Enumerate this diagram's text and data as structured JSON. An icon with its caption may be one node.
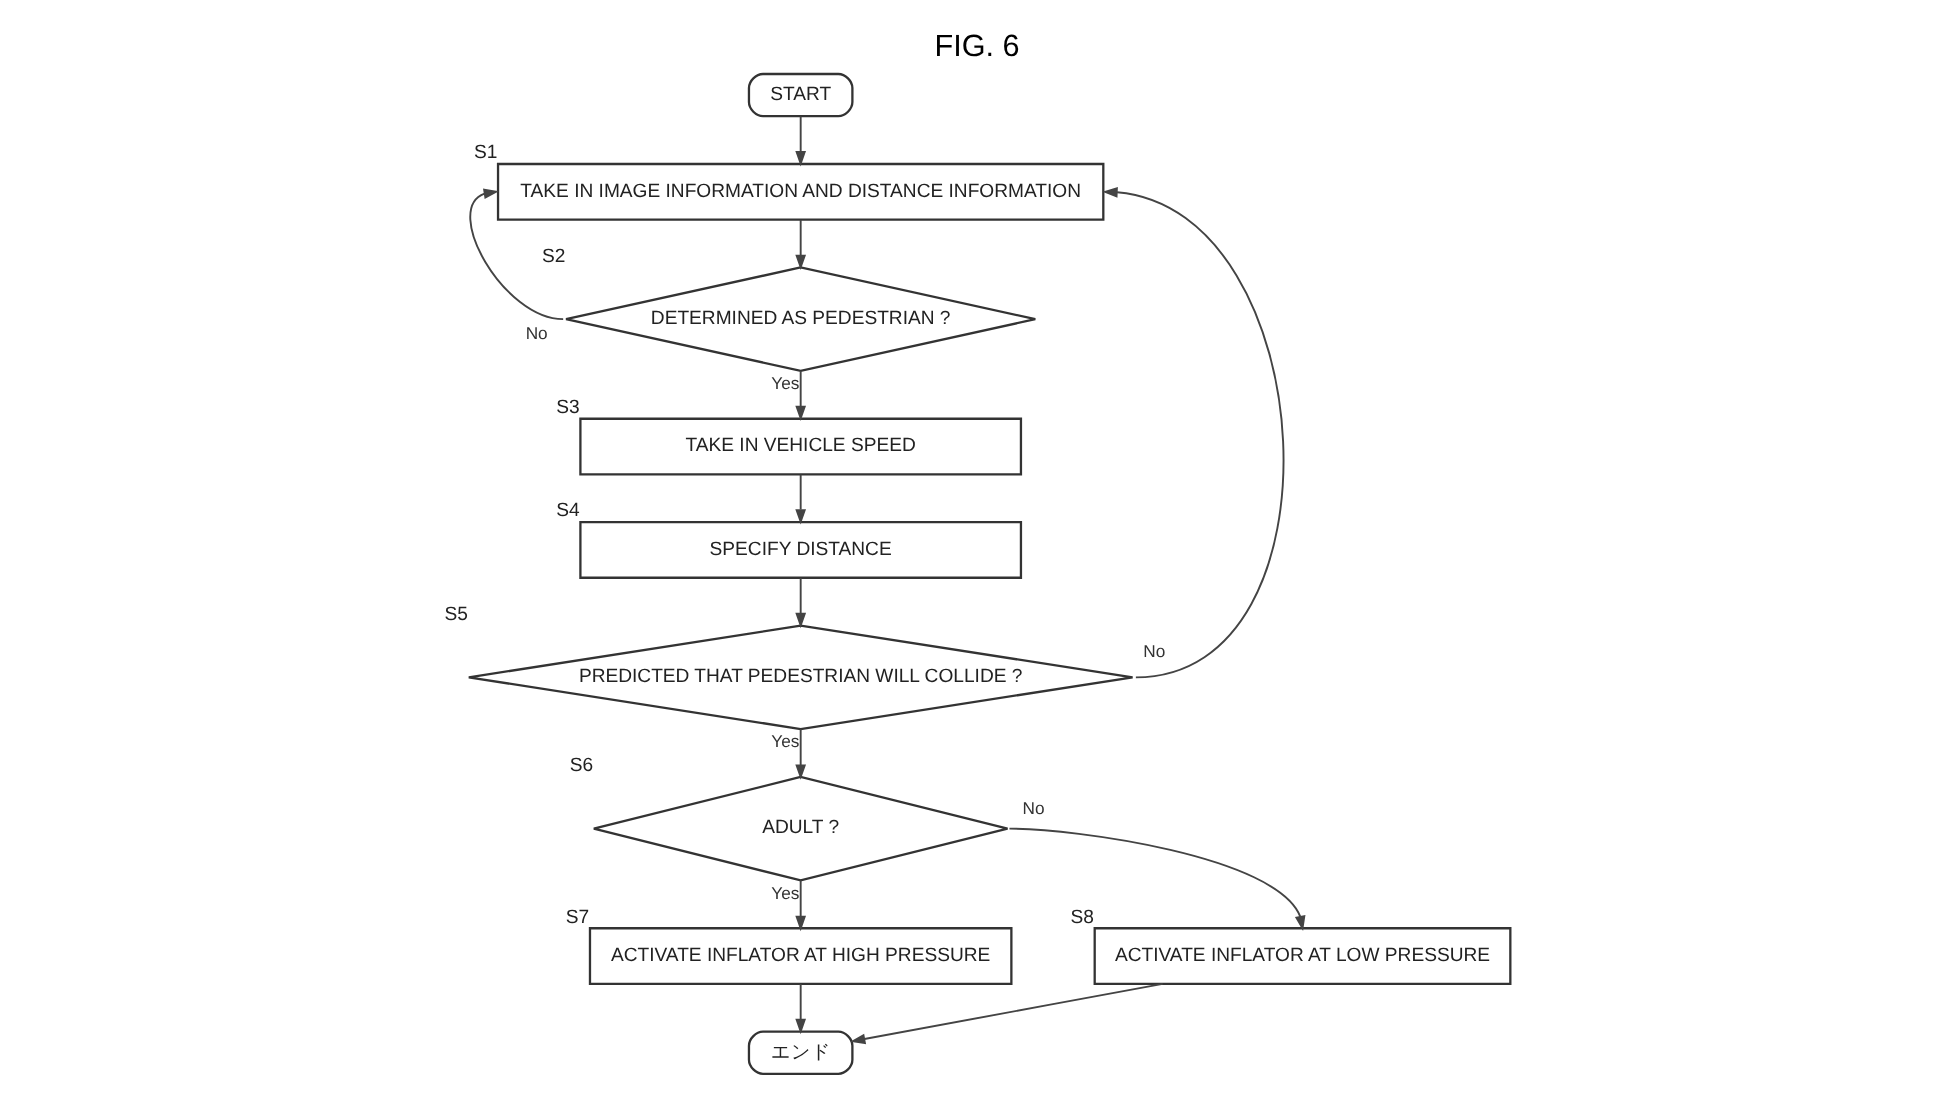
{
  "diagram": {
    "title": "FIG. 6",
    "nodes": [
      {
        "text": [
          "START"
        ]
      },
      {
        "text": [
          "TAKE IN IMAGE INFORMATION AND DISTANCE INFORMATION"
        ],
        "beside": [
          "S1"
        ]
      },
      {
        "text": [
          "DETERMINED AS PEDESTRIAN ?"
        ],
        "beside": [
          "S2"
        ]
      },
      {
        "text": [
          "TAKE IN VEHICLE SPEED"
        ],
        "beside": [
          "S3"
        ]
      },
      {
        "text": [
          "SPECIFY DISTANCE"
        ],
        "beside": [
          "S4"
        ]
      },
      {
        "text": [
          "PREDICTED THAT PEDESTRIAN WILL COLLIDE ?"
        ],
        "beside": [
          "S5"
        ]
      },
      {
        "text": [
          "ADULT ?"
        ],
        "beside": [
          "S6"
        ]
      },
      {
        "text": [
          "ACTIVATE INFLATOR AT HIGH PRESSURE"
        ],
        "beside": [
          "S7"
        ]
      },
      {
        "text": [
          "ACTIVATE INFLATOR AT LOW PRESSURE"
        ],
        "beside": [
          "S8"
        ]
      },
      {
        "text": [
          "エンド"
        ]
      }
    ],
    "edges": [
      {
        "from": 0,
        "to": 1,
        "arrow": "to"
      },
      {
        "from": 1,
        "to": 2,
        "arrow": "to"
      },
      {
        "from": 2,
        "to": 1,
        "label": "No",
        "arrow": "to"
      },
      {
        "from": 2,
        "to": 3,
        "label": "Yes",
        "arrow": "to"
      },
      {
        "from": 3,
        "to": 4,
        "arrow": "to"
      },
      {
        "from": 4,
        "to": 5,
        "arrow": "to"
      },
      {
        "from": 5,
        "to": 1,
        "label": "No",
        "arrow": "to"
      },
      {
        "from": 5,
        "to": 6,
        "label": "Yes",
        "arrow": "to"
      },
      {
        "from": 6,
        "to": 7,
        "label": "Yes",
        "arrow": "to"
      },
      {
        "from": 6,
        "to": 8,
        "label": "No",
        "arrow": "to"
      },
      {
        "from": 7,
        "to": 9,
        "arrow": "to"
      },
      {
        "from": 8,
        "to": 9,
        "arrow": "to"
      }
    ]
  }
}
